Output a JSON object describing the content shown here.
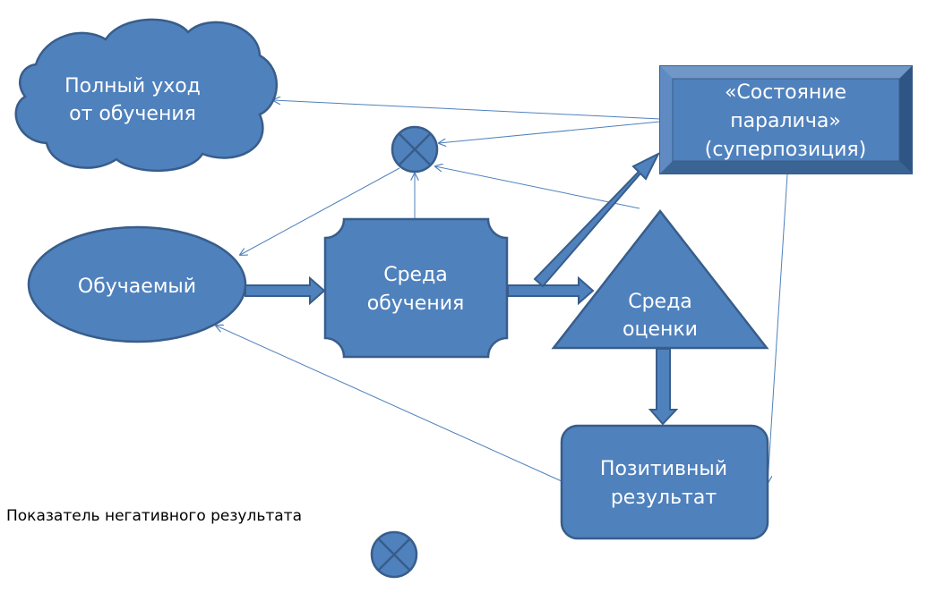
{
  "colors": {
    "fill": "#4f81bd",
    "stroke": "#385d8a",
    "dark": "#3a6494",
    "connector": "#4f81bd",
    "text": "#ffffff",
    "legend_text": "#000000"
  },
  "nodes": {
    "full_withdrawal": {
      "line1": "Полный уход",
      "line2": "от обучения"
    },
    "learner": {
      "label": "Обучаемый"
    },
    "learning_env": {
      "line1": "Среда",
      "line2": "обучения"
    },
    "assessment_env": {
      "line1": "Среда",
      "line2": "оценки"
    },
    "paralysis_state": {
      "line1": "«Состояние",
      "line2": "паралича»",
      "line3": "(суперпозиция)"
    },
    "positive_result": {
      "line1": "Позитивный",
      "line2": "результат"
    }
  },
  "negative_marker": {
    "icon": "circle-x-icon"
  },
  "legend": {
    "label": "Показатель негативного результата",
    "icon": "circle-x-icon"
  }
}
